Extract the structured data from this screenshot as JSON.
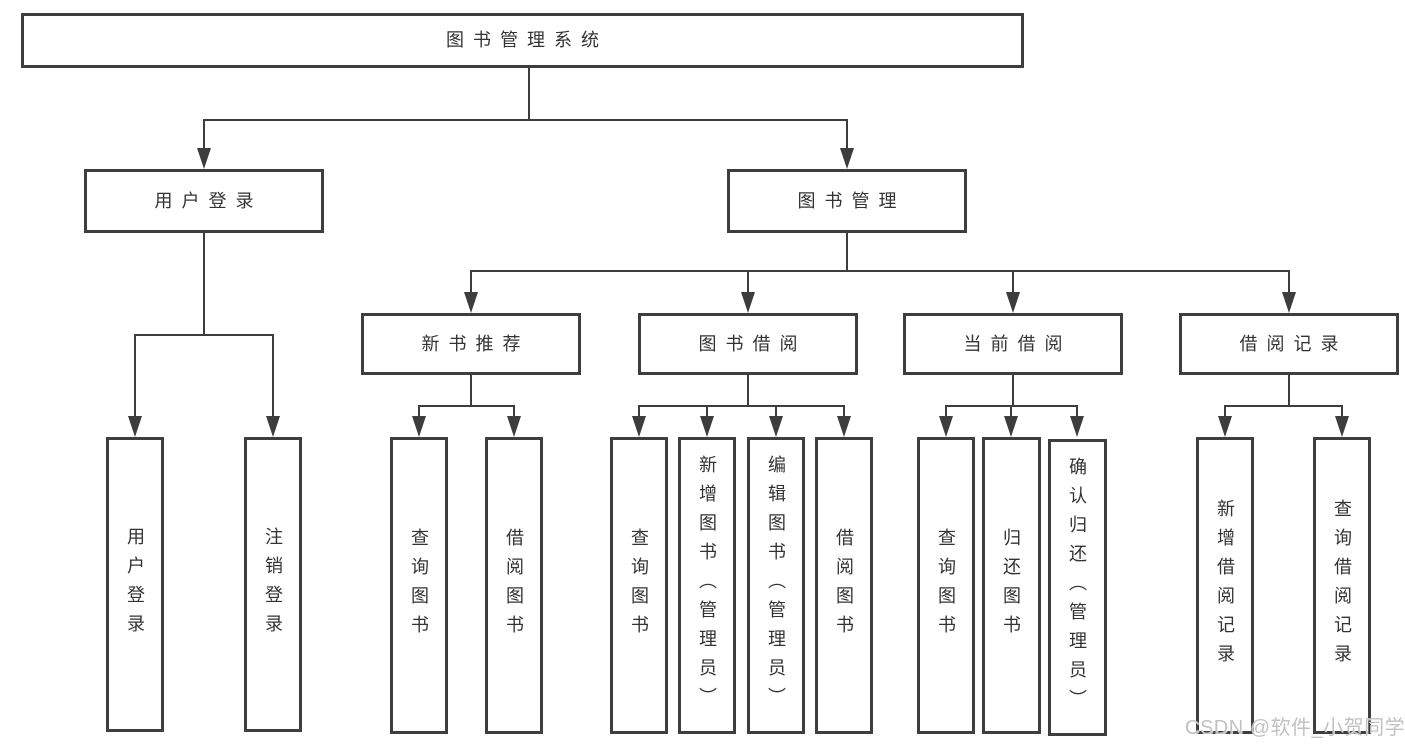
{
  "diagram": {
    "root": "图书管理系统",
    "branches": [
      {
        "label": "用户登录",
        "leaves": [
          "用户登录",
          "注销登录"
        ]
      },
      {
        "label": "图书管理",
        "groups": [
          {
            "label": "新书推荐",
            "leaves": [
              "查询图书",
              "借阅图书"
            ]
          },
          {
            "label": "图书借阅",
            "leaves": [
              "查询图书",
              "新增图书（管理员）",
              "编辑图书（管理员）",
              "借阅图书"
            ]
          },
          {
            "label": "当前借阅",
            "leaves": [
              "查询图书",
              "归还图书",
              "确认归还（管理员）"
            ]
          },
          {
            "label": "借阅记录",
            "leaves": [
              "新增借阅记录",
              "查询借阅记录"
            ]
          }
        ]
      }
    ]
  },
  "watermark": "CSDN @软件_小贺同学",
  "colors": {
    "line": "#3d3d3d",
    "box_border": "#3e3e3e",
    "text": "#333333",
    "watermark": "#c2c2c2",
    "background": "#ffffff"
  }
}
